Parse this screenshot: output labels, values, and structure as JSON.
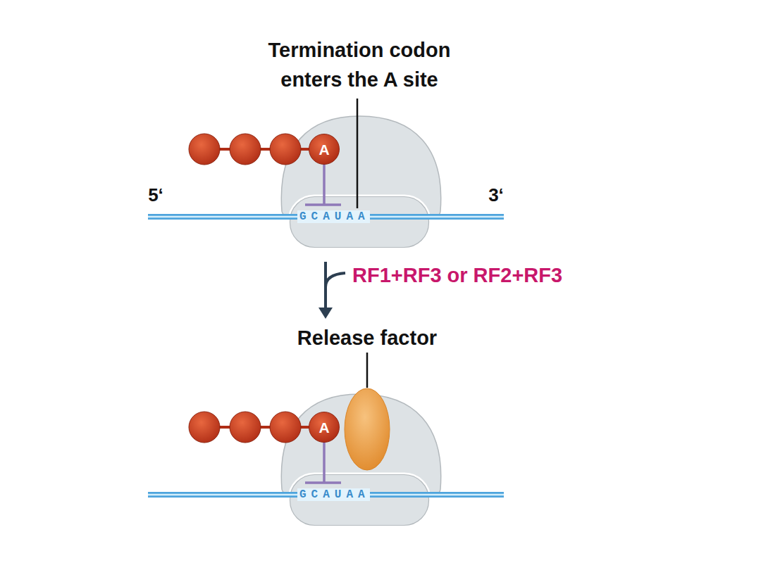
{
  "diagram": {
    "nodes": [
      {
        "text": [
          "GCAUAA"
        ]
      },
      {
        "text": [
          "A"
        ]
      },
      {
        "text": [
          "GCAUAA"
        ]
      },
      {
        "text": [
          "A"
        ]
      }
    ],
    "labels": [
      "Termination codon enters the A site",
      "5‘",
      "3‘",
      "RF1+RF3 or RF2+RF3",
      "Release factor"
    ]
  }
}
